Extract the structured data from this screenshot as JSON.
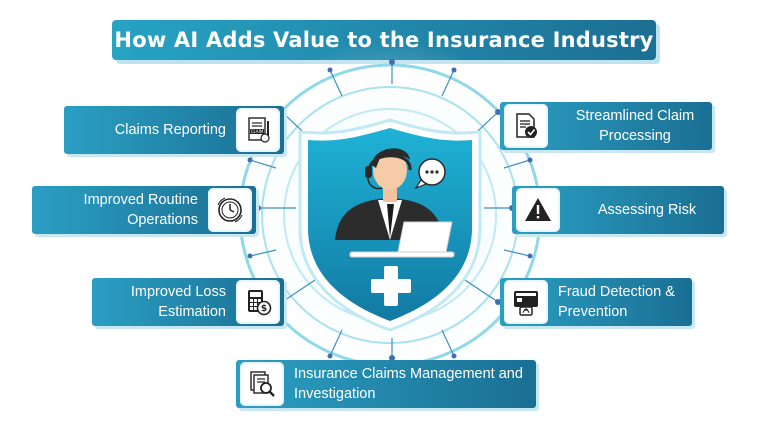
{
  "title": "How AI Adds Value to the Insurance Industry",
  "items": [
    {
      "label": "Claims Reporting",
      "icon": "claim-form-icon"
    },
    {
      "label": "Improved Routine Operations",
      "icon": "clock-icon"
    },
    {
      "label": "Improved Loss Estimation",
      "icon": "calculator-dollar-icon"
    },
    {
      "label": "Streamlined Claim Processing",
      "icon": "document-check-icon"
    },
    {
      "label": "Assessing Risk",
      "icon": "warning-icon"
    },
    {
      "label": "Fraud Detection & Prevention",
      "icon": "fingerprint-lock-icon"
    },
    {
      "label": "Insurance Claims Management and Investigation",
      "icon": "document-search-icon"
    }
  ],
  "claim_icon_text": "CLAIM",
  "colors": {
    "primary": "#2b9fc3",
    "primary_dark": "#1a6f93",
    "ring": "#7fd3e8",
    "shield": "#1aa3c8"
  }
}
